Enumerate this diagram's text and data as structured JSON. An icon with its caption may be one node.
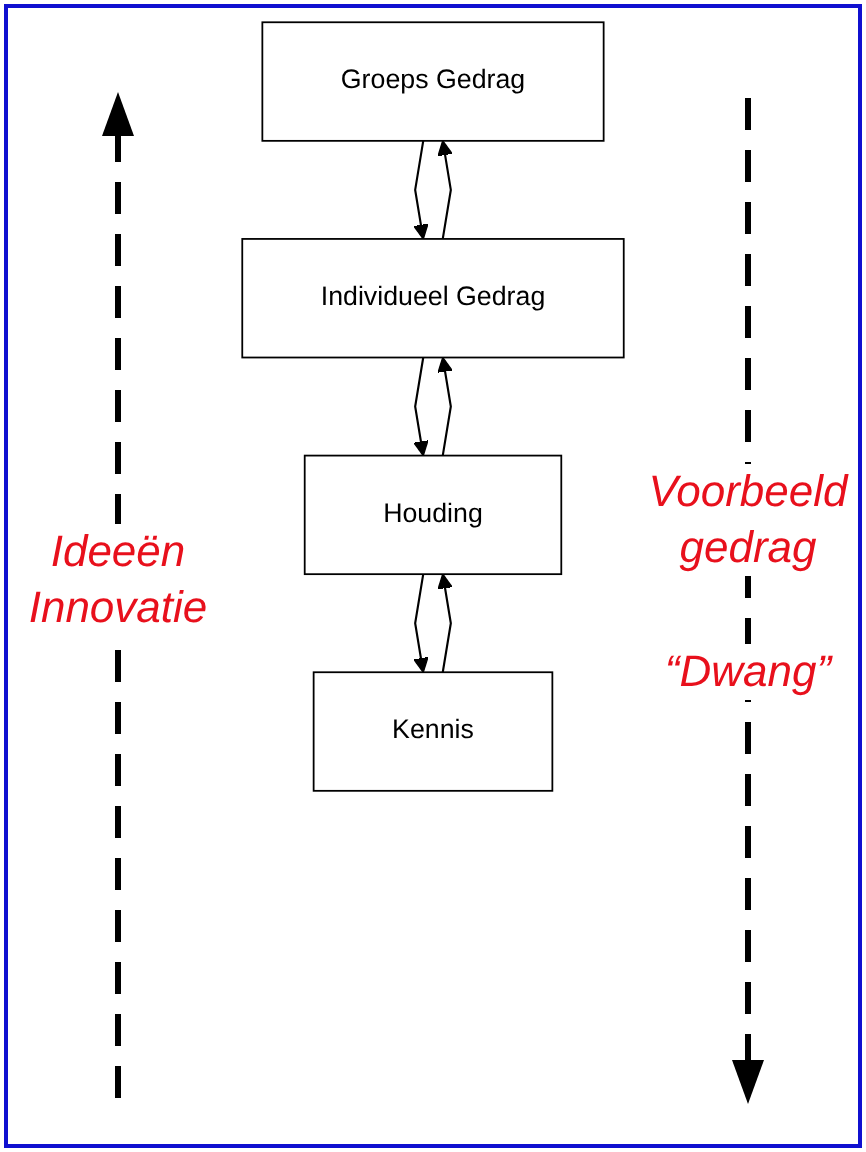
{
  "diagram": {
    "nodes": [
      {
        "text": [
          "Groeps Gedrag"
        ]
      },
      {
        "text": [
          "Individueel Gedrag"
        ]
      },
      {
        "text": [
          "Houding"
        ]
      },
      {
        "text": [
          "Kennis"
        ]
      }
    ],
    "edges": [
      {
        "from": 0,
        "to": 1,
        "arrow": "to"
      },
      {
        "from": 1,
        "to": 0,
        "arrow": "to"
      },
      {
        "from": 1,
        "to": 2,
        "arrow": "to"
      },
      {
        "from": 2,
        "to": 1,
        "arrow": "to"
      },
      {
        "from": 2,
        "to": 3,
        "arrow": "to"
      },
      {
        "from": 3,
        "to": 2,
        "arrow": "to"
      }
    ],
    "labels": [
      "Ideeën Innovatie",
      "Voorbeeld gedrag",
      "“Dwang”"
    ]
  }
}
